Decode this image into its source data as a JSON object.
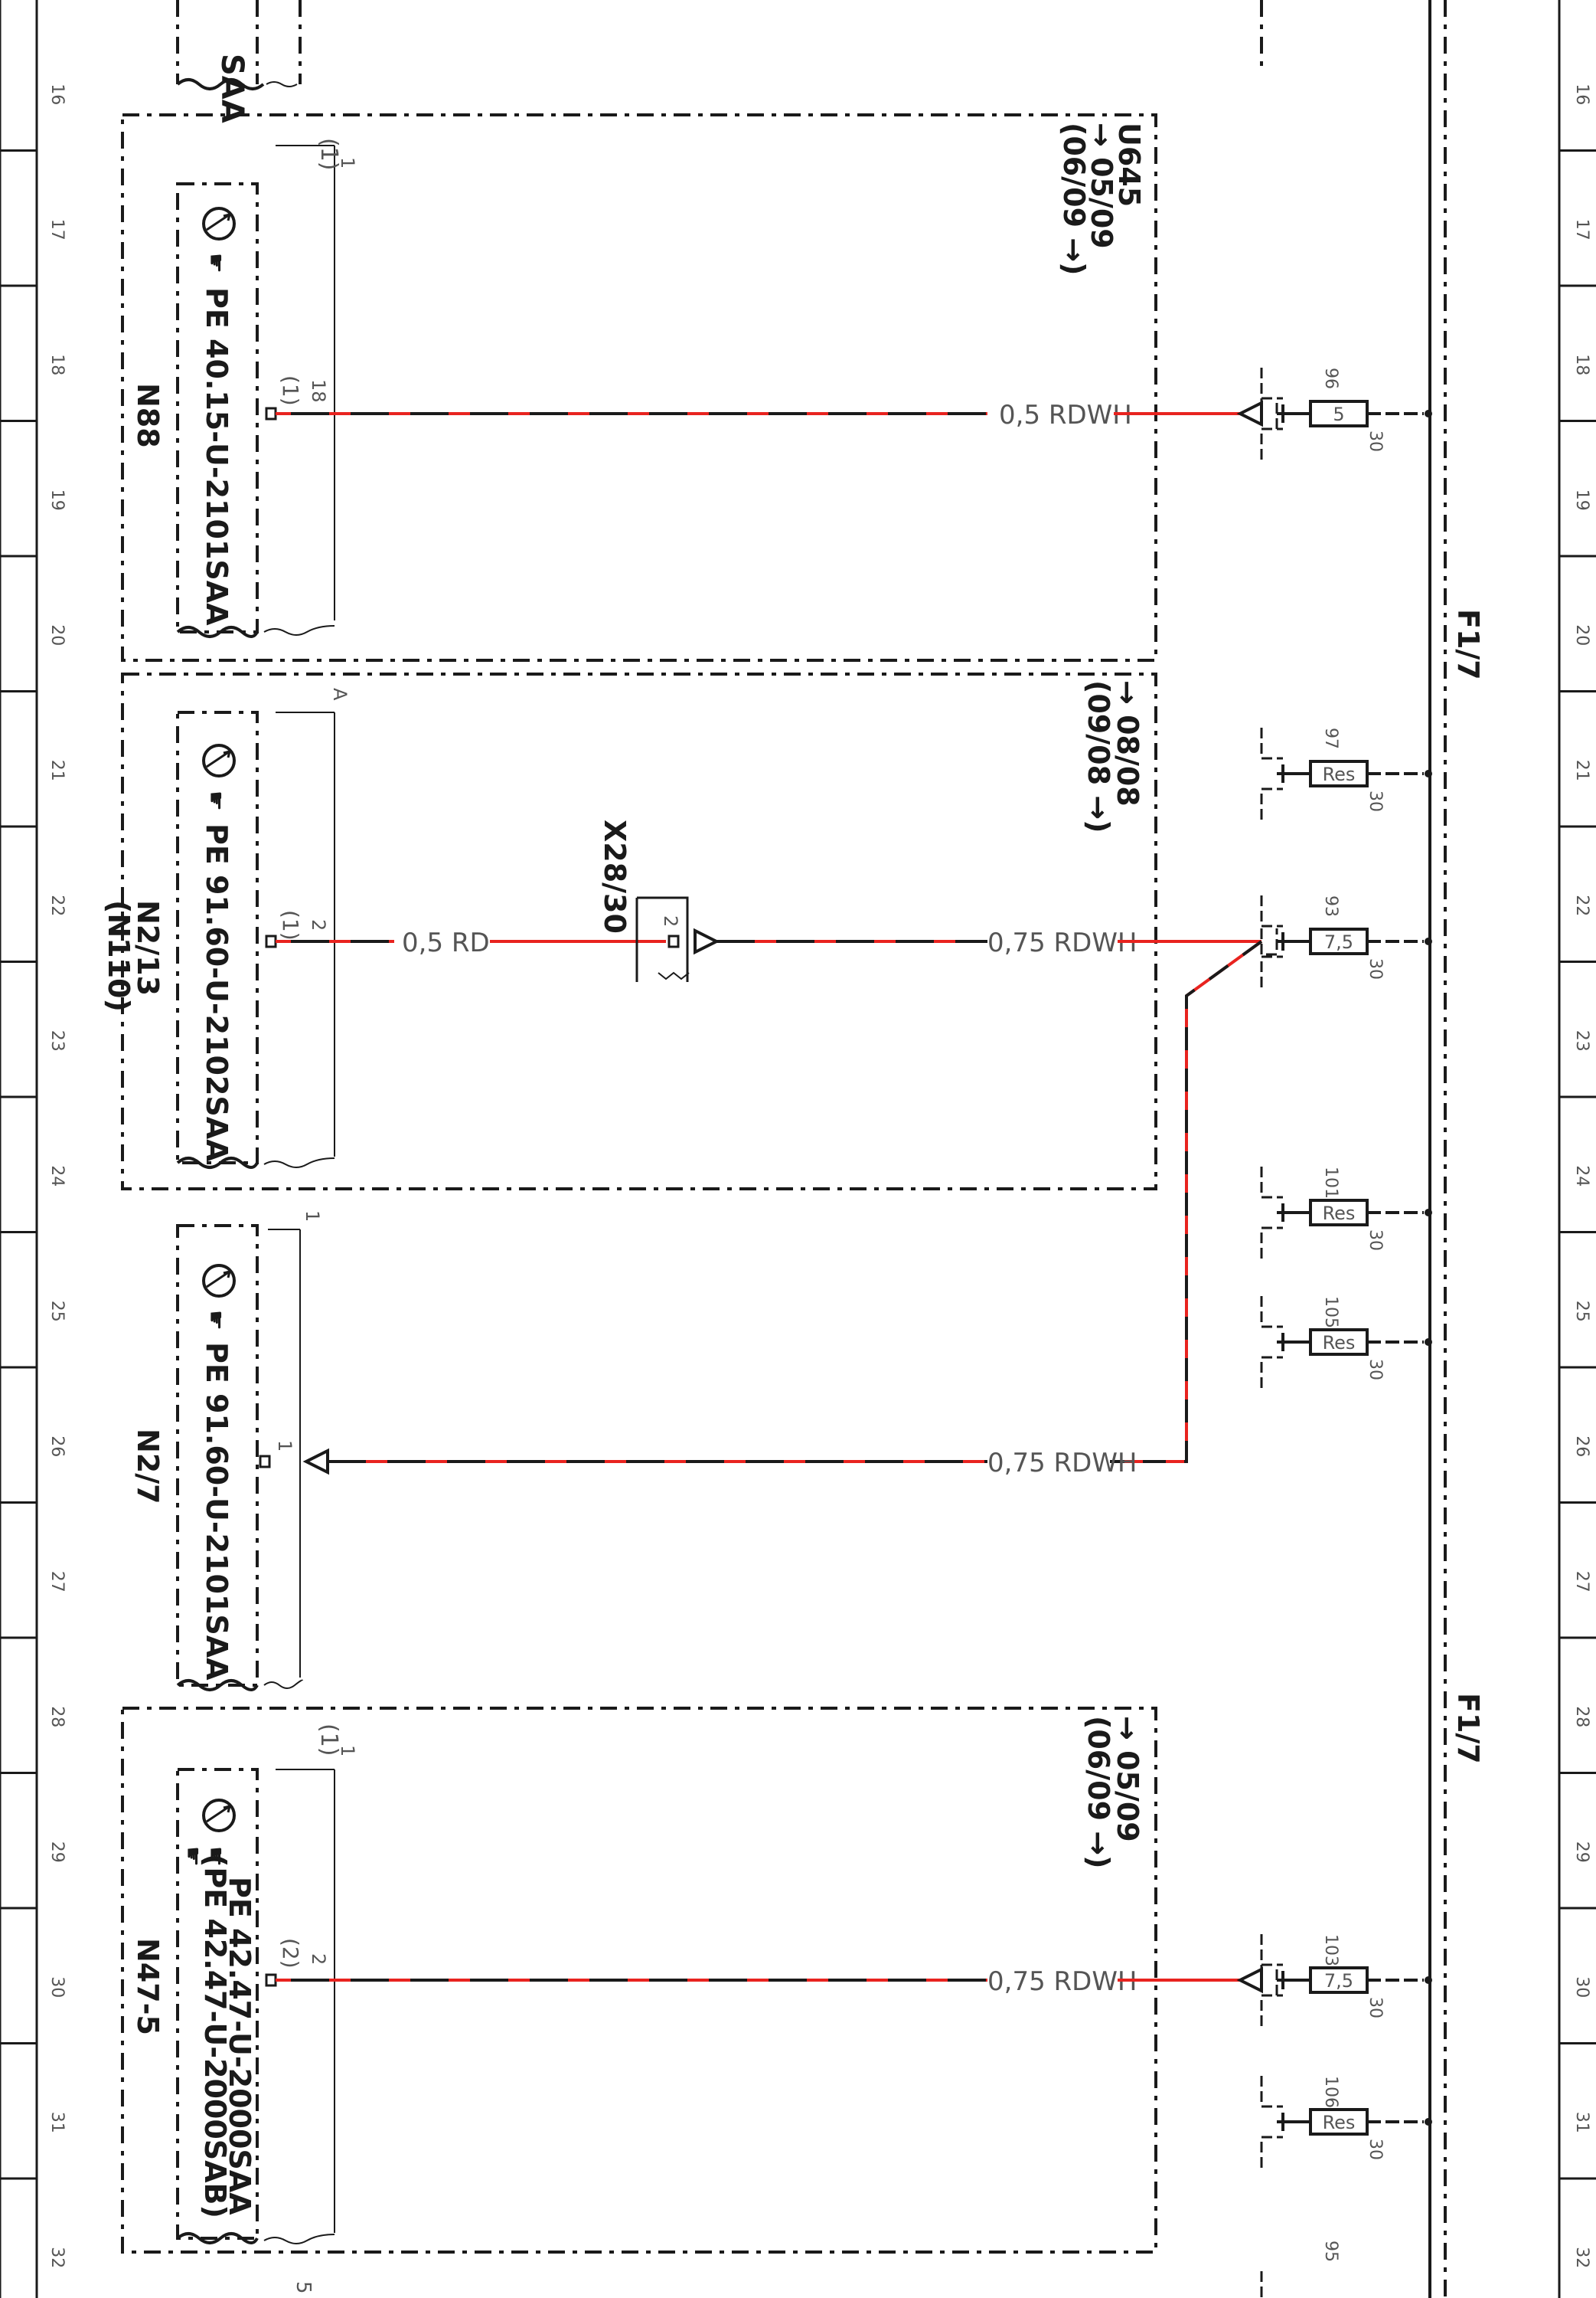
{
  "rulers": {
    "rows": [
      "16",
      "17",
      "18",
      "19",
      "20",
      "21",
      "22",
      "23",
      "24",
      "25",
      "26",
      "27",
      "28",
      "29",
      "30",
      "31",
      "32"
    ]
  },
  "top_fragment": {
    "label": "SAA"
  },
  "bus": {
    "label_upper": "F1/7",
    "label_lower": "F1/7"
  },
  "modules": [
    {
      "code": "N88",
      "part": "PE 40.15-U-2101SAA",
      "group_label": "U645",
      "date_from": "→ 05/09",
      "date_range": "(06/09 →)",
      "pin_top": "(1)",
      "pin_top_num": "1",
      "pin": "(1)",
      "pin_num": "18",
      "wire": "0,5 RDWH"
    },
    {
      "code": "N2/13",
      "code_sub": "(N110)",
      "part": "PE 91.60-U-2102SAA",
      "date_from": "→ 08/08",
      "date_range": "(09/08 →)",
      "pin_top_num": "A",
      "pin": "(1)",
      "pin_num": "2",
      "wire_inner": "0,5 RD",
      "connector": "X28/30",
      "connector_pin": "2",
      "wire": "0,75 RDWH"
    },
    {
      "code": "N2/7",
      "part": "PE 91.60-U-2101SAA",
      "pin_top_num": "1",
      "pin_num": "1",
      "wire": "0,75 RDWH"
    },
    {
      "code": "N47-5",
      "part": "PE 42.47-U-2000SAA",
      "part_alt": "(PE 42.47-U-2000SAB)",
      "date_from": "→ 05/09",
      "date_range": "(06/09 →)",
      "pin_top": "(1)",
      "pin_top_num": "1",
      "pin": "(2)",
      "pin_num": "2",
      "wire": "0,75 RDWH"
    }
  ],
  "fuses": [
    {
      "number": "96",
      "rating": "5",
      "terminal": "30"
    },
    {
      "number": "97",
      "rating": "Res",
      "terminal": "30"
    },
    {
      "number": "93",
      "rating": "7,5",
      "terminal": "30"
    },
    {
      "number": "101",
      "rating": "Res",
      "terminal": "30"
    },
    {
      "number": "105",
      "rating": "Res",
      "terminal": "30"
    },
    {
      "number": "103",
      "rating": "7,5",
      "terminal": "30"
    },
    {
      "number": "106",
      "rating": "Res",
      "terminal": "30"
    },
    {
      "number": "95",
      "rating": "",
      "terminal": ""
    }
  ],
  "bottom_fragment": {
    "label": "5"
  },
  "colors": {
    "wire_red": "#e8231f",
    "ink": "#1a1a1a",
    "grey_text": "#555555"
  }
}
